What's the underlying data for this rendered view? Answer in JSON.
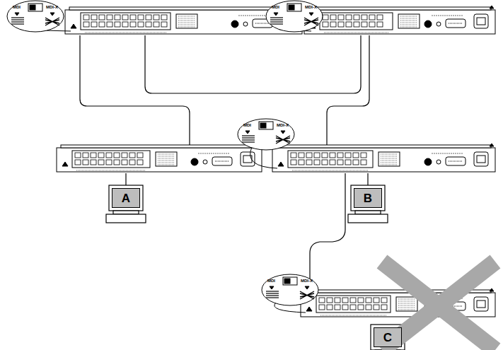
{
  "diagram": {
    "nodes": [
      {
        "text": [
          "A"
        ]
      },
      {
        "text": [
          "B"
        ]
      },
      {
        "text": [
          "C"
        ]
      }
    ],
    "labels": [
      "MDI",
      "MDI-X",
      "MDI",
      "MDI-X",
      "MDI",
      "MDI-X",
      "MDI",
      "MDI-X"
    ]
  }
}
